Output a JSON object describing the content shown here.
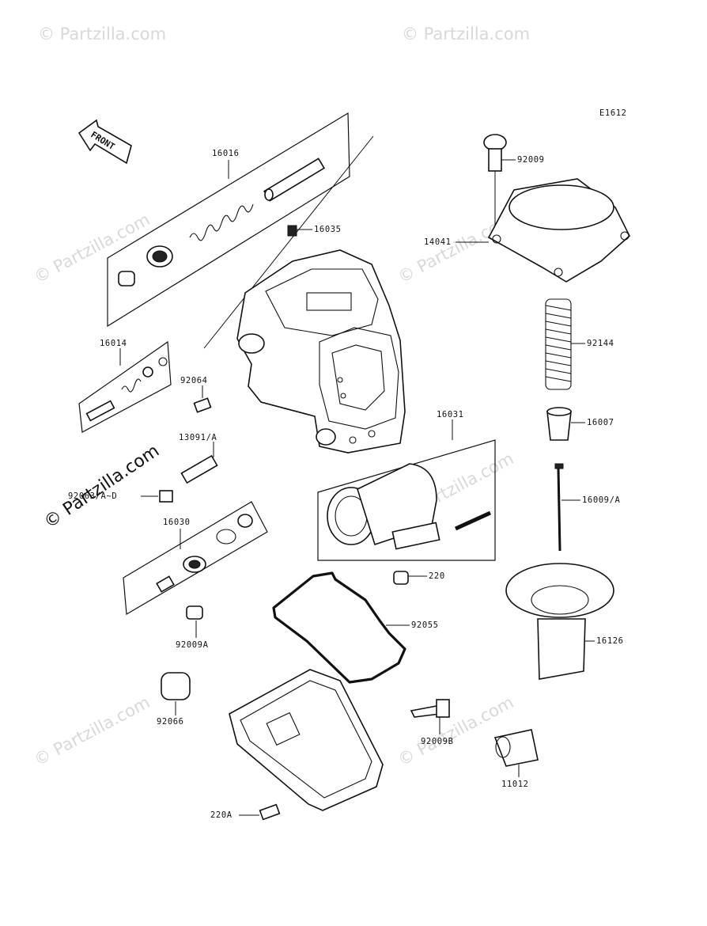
{
  "diagram_code": "E1612",
  "front_label": "FRONT",
  "watermark": {
    "text": "© Partzilla.com",
    "repeat_text": "© Partzilla.com"
  },
  "parts": {
    "p16016": "16016",
    "p16035": "16035",
    "p16014": "16014",
    "p92064": "92064",
    "p13091": "13091/A",
    "p92063": "92063/A~D",
    "p16030": "16030",
    "p92009A": "92009A",
    "p92066": "92066",
    "p220A": "220A",
    "p92055": "92055",
    "p220": "220",
    "p16031": "16031",
    "p92009B": "92009B",
    "p92009": "92009",
    "p14041": "14041",
    "p92144": "92144",
    "p16007": "16007",
    "p16009": "16009/A",
    "p16126": "16126",
    "p11012": "11012"
  }
}
